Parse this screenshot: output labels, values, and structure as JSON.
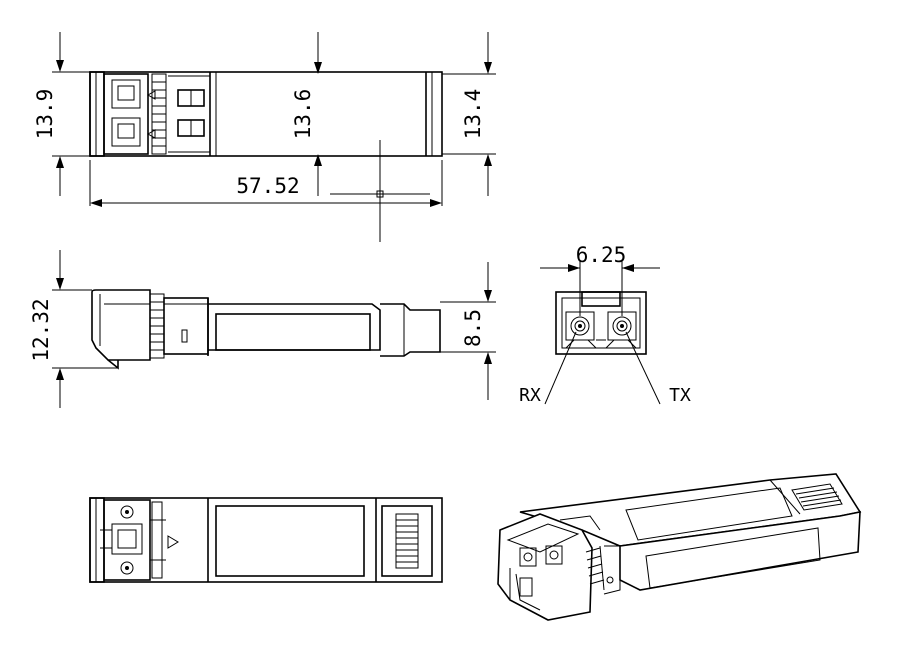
{
  "dimensions": {
    "left_height": "13.9",
    "mid_height": "13.6",
    "right_height": "13.4",
    "length": "57.52",
    "side_height": "12.32",
    "side_right_height": "8.5",
    "pitch": "6.25"
  },
  "labels": {
    "rx": "RX",
    "tx": "TX"
  },
  "colors": {
    "line": "#000000",
    "background": "#ffffff"
  }
}
